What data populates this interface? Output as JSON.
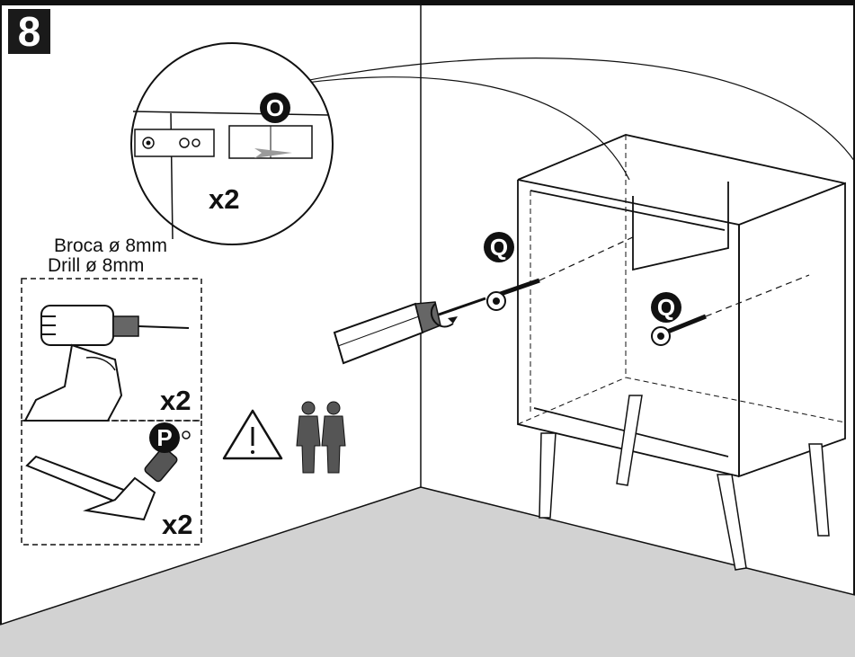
{
  "step": {
    "number": "8"
  },
  "detail_callout": {
    "part_label": "O",
    "multiplier": "x2"
  },
  "drill_panel": {
    "line1": "Broca ø 8mm",
    "line2": "Drill ø 8mm",
    "multiplier": "x2"
  },
  "hammer_panel": {
    "part_label": "P",
    "multiplier": "x2"
  },
  "screws": [
    {
      "part_label": "Q"
    },
    {
      "part_label": "Q"
    }
  ],
  "warning": {
    "icon": "warning-triangle-icon",
    "people_icon": "two-people-icon"
  },
  "colors": {
    "floor": "#d2d2d2",
    "line": "#1a1a1a",
    "gray_arrow": "#9a9a9a"
  }
}
